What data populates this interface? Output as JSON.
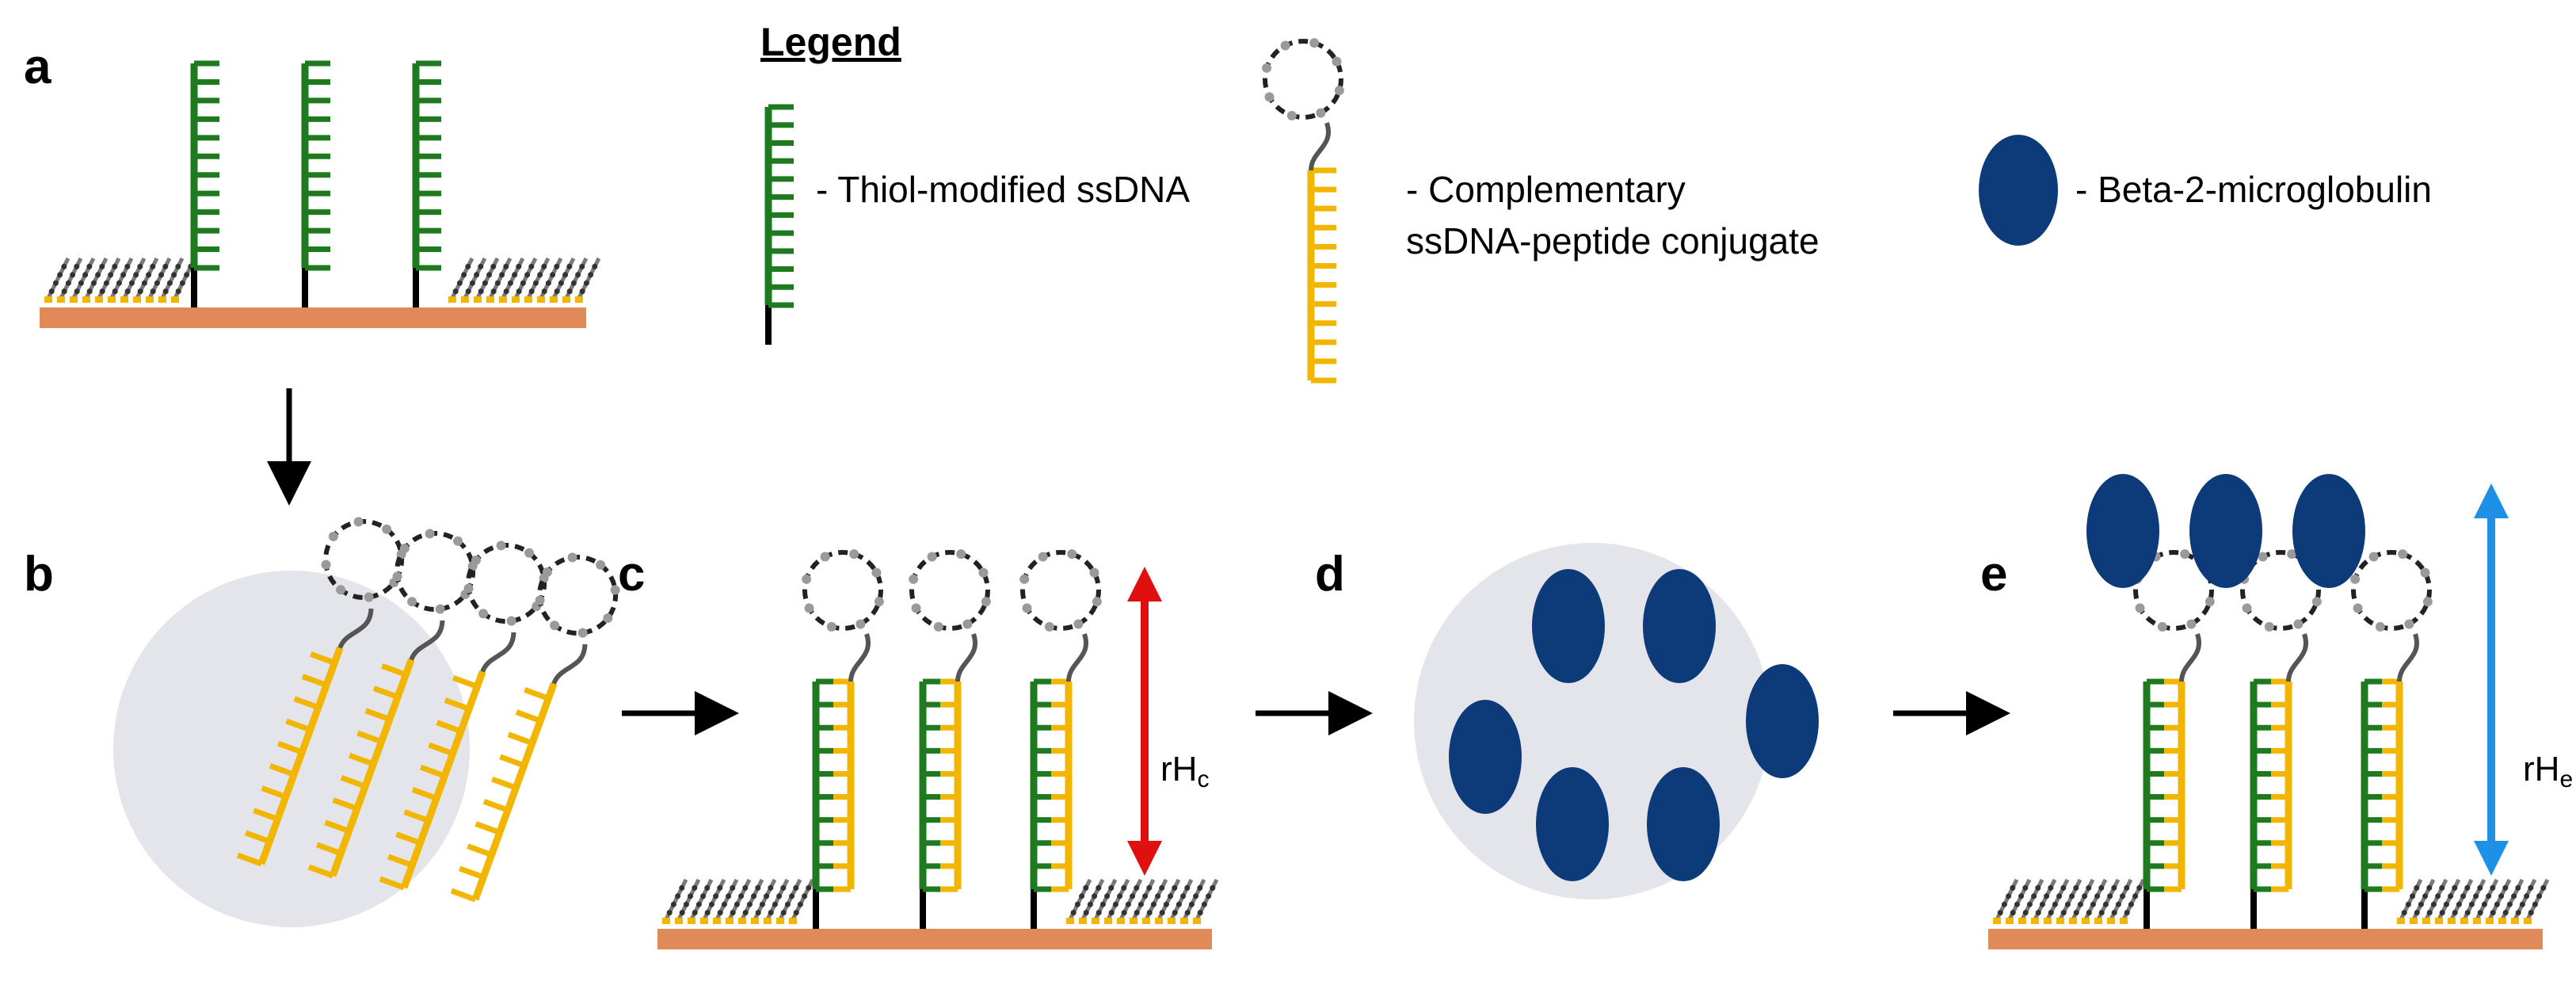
{
  "colors": {
    "green_strand": "#1f7a1f",
    "yellow_strand": "#f2b600",
    "substrate": "#e08a5a",
    "protein": "#0d3a78",
    "circle_bg": "#e3e5ea",
    "red_arrow": "#e01010",
    "blue_arrow": "#1e90e6",
    "loop": "#555555",
    "backfill": "#7a7a7a"
  },
  "panels": {
    "a": "a",
    "b": "b",
    "c": "c",
    "d": "d",
    "e": "e"
  },
  "legend": {
    "title": "Legend",
    "items": [
      {
        "icon": "thiol-ssdna-icon",
        "text": "- Thiol-modified  ssDNA"
      },
      {
        "icon": "peptide-conjugate-icon",
        "line1": "-     Complementary",
        "line2": "ssDNA-peptide  conjugate"
      },
      {
        "icon": "protein-icon",
        "text": "- Beta-2-microglobulin"
      }
    ]
  },
  "dimensions": {
    "c": {
      "main": "rH",
      "sub": "c"
    },
    "e": {
      "main": "rH",
      "sub": "e"
    }
  }
}
